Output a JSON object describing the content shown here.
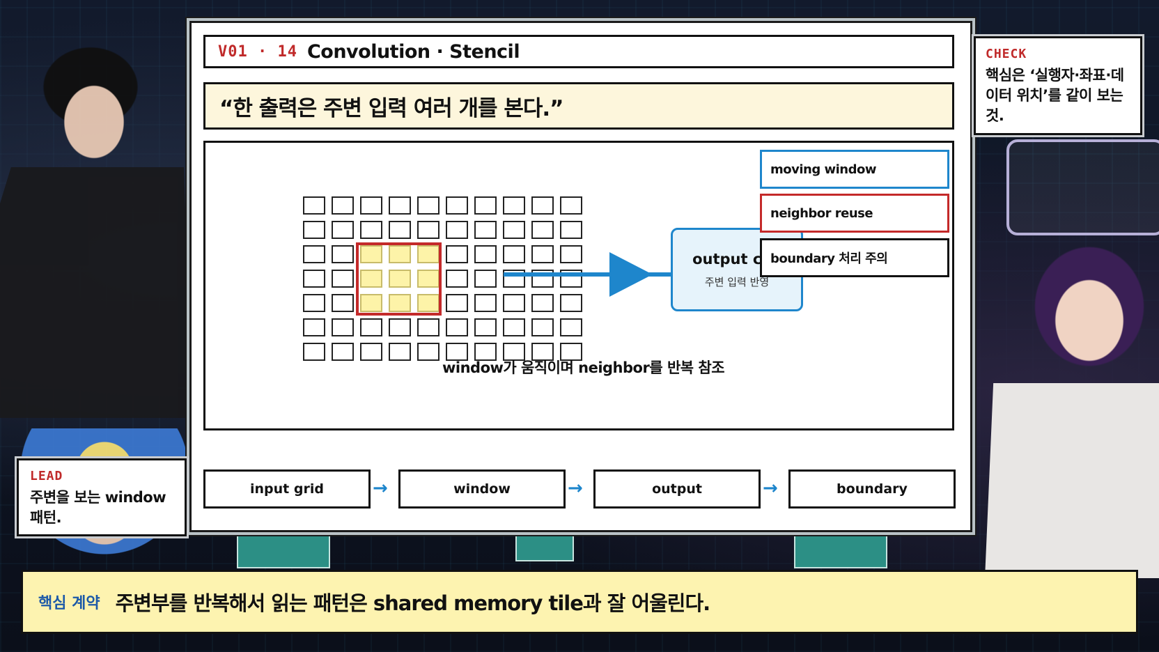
{
  "header": {
    "code": "V01 · 14",
    "title": "Convolution · Stencil"
  },
  "quote": "“한 출력은 주변 입력 여러 개를 본다.”",
  "diagram": {
    "grid_rows": 7,
    "grid_cols": 10,
    "output_title": "output cell",
    "output_sub": "주변 입력 반영",
    "tags": [
      "moving window",
      "neighbor reuse",
      "boundary 처리 주의"
    ],
    "caption": "window가 움직이며 neighbor를 반복 참조",
    "colors": {
      "window": "#c42a2a",
      "arrow": "#1e86cc",
      "highlight": "#fdf3a8"
    }
  },
  "flow": [
    "input grid",
    "window",
    "output",
    "boundary"
  ],
  "flow_arrow": "→",
  "check": {
    "label": "CHECK",
    "text": "핵심은 ‘실행자·좌표·데이터 위치’를 같이 보는 것."
  },
  "lead": {
    "label": "LEAD",
    "text": "주변을 보는 window 패턴."
  },
  "bottom": {
    "label": "핵심 계약",
    "text": "주변부를 반복해서 읽는 패턴은 shared memory tile과 잘 어울린다."
  }
}
